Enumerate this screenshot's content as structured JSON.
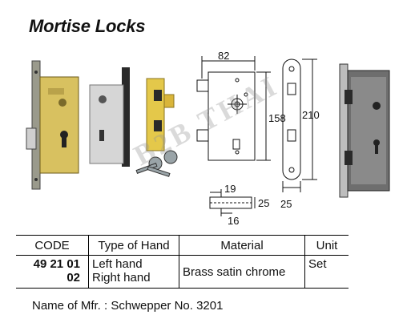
{
  "title": "Mortise Locks",
  "watermark": "B2B THAI",
  "dimensions": {
    "width_top": "82",
    "height_case": "158",
    "height_plate": "210",
    "plate_width": "25",
    "cyl_a": "19",
    "cyl_b": "25",
    "cyl_c": "16"
  },
  "table": {
    "headers": [
      "CODE",
      "Type of Hand",
      "Material",
      "Unit"
    ],
    "rows": [
      {
        "code_line1": "49 21 01",
        "code_line2": "02",
        "hand_line1": "Left hand",
        "hand_line2": "Right hand",
        "material": "Brass satin chrome",
        "unit": "Set"
      }
    ]
  },
  "footer": {
    "label": "Name of Mfr. : ",
    "value": "Schwepper No. 3201"
  }
}
